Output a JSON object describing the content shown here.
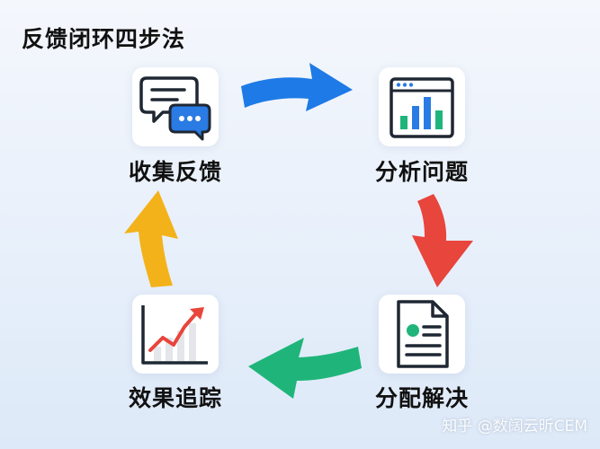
{
  "title": "反馈闭环四步法",
  "steps": {
    "collect": {
      "label": "收集反馈",
      "icon": "chat-bubbles-icon"
    },
    "analyze": {
      "label": "分析问题",
      "icon": "bar-chart-icon"
    },
    "assign": {
      "label": "分配解决",
      "icon": "document-icon"
    },
    "track": {
      "label": "效果追踪",
      "icon": "trend-up-icon"
    }
  },
  "arrows": {
    "collect_to_analyze": {
      "color": "#1e7ae6"
    },
    "analyze_to_assign": {
      "color": "#e8453c"
    },
    "assign_to_track": {
      "color": "#1fb57a"
    },
    "track_to_collect": {
      "color": "#f3b21a"
    }
  },
  "watermark": "知乎 @数阔云昕CEM"
}
